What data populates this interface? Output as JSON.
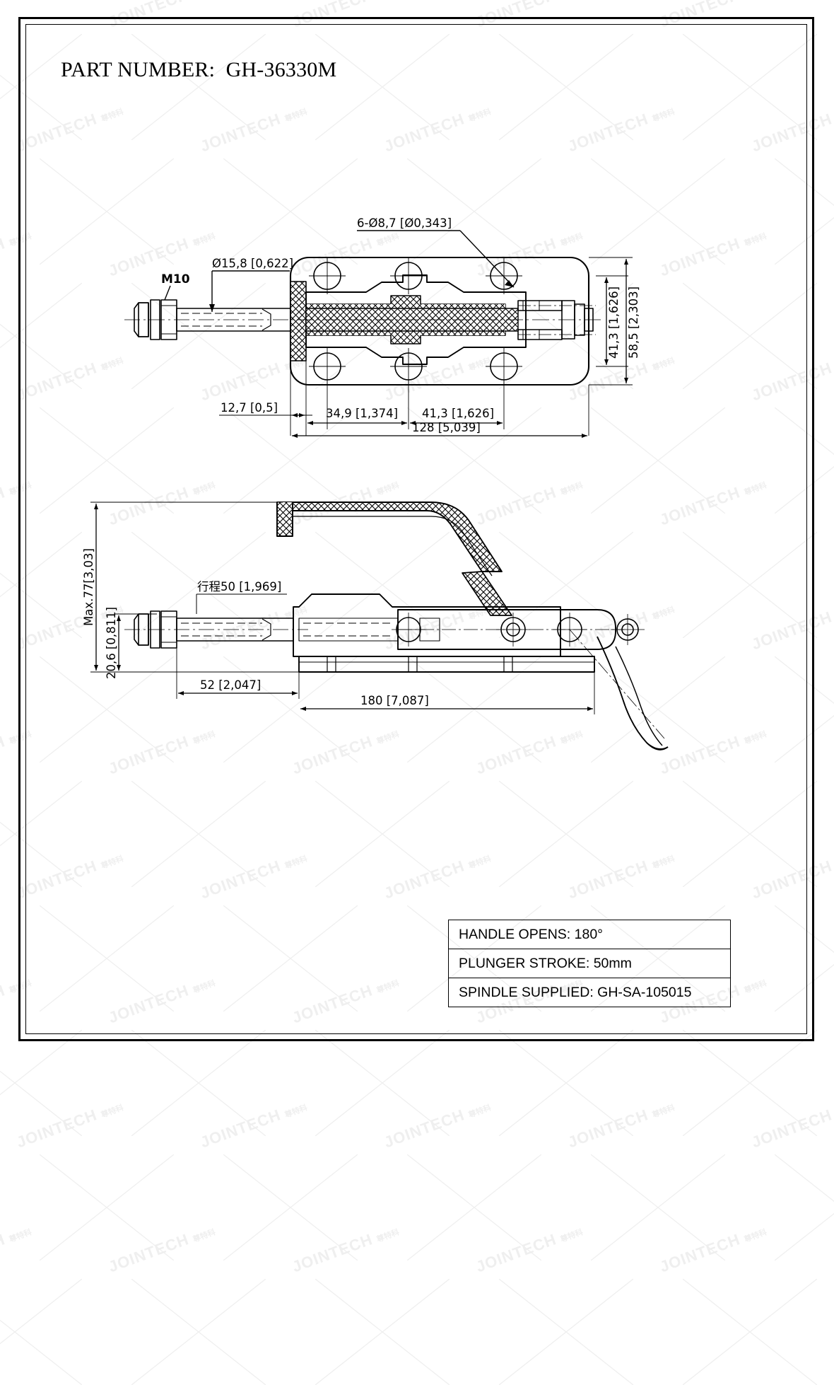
{
  "document": {
    "title_label": "PART NUMBER:  GH-36330M",
    "part_number": "GH-36330M"
  },
  "top_view": {
    "callouts": {
      "hole_pattern": "6-Ø8,7  [Ø0,343]",
      "thread": "M10",
      "plunger_diameter": "Ø15,8  [0,622]"
    },
    "dimensions": {
      "left_offset": "12,7  [0,5]",
      "hole_spacing_1": "34,9  [1,374]",
      "hole_spacing_2": "41,3  [1,626]",
      "overall_length": "128  [5,039]",
      "inner_width": "41,3  [1,626]",
      "overall_width": "58,5  [2,303]"
    }
  },
  "side_view": {
    "dimensions": {
      "max_height": "Max.77[3,03]",
      "base_height": "20,6  [0,811]",
      "stroke_label": "行程50  [1,969]",
      "plunger_length": "52  [2,047]",
      "overall_length": "180  [7,087]"
    }
  },
  "spec_box": {
    "rows": [
      "HANDLE OPENS: 180°",
      "PLUNGER STROKE: 50mm",
      "SPINDLE SUPPLIED: GH-SA-105015"
    ]
  },
  "watermark": {
    "text_main": "JOINTECH",
    "text_sub": "尊特科"
  },
  "colors": {
    "line": "#000000",
    "background": "#ffffff",
    "watermark": "#efefef"
  }
}
